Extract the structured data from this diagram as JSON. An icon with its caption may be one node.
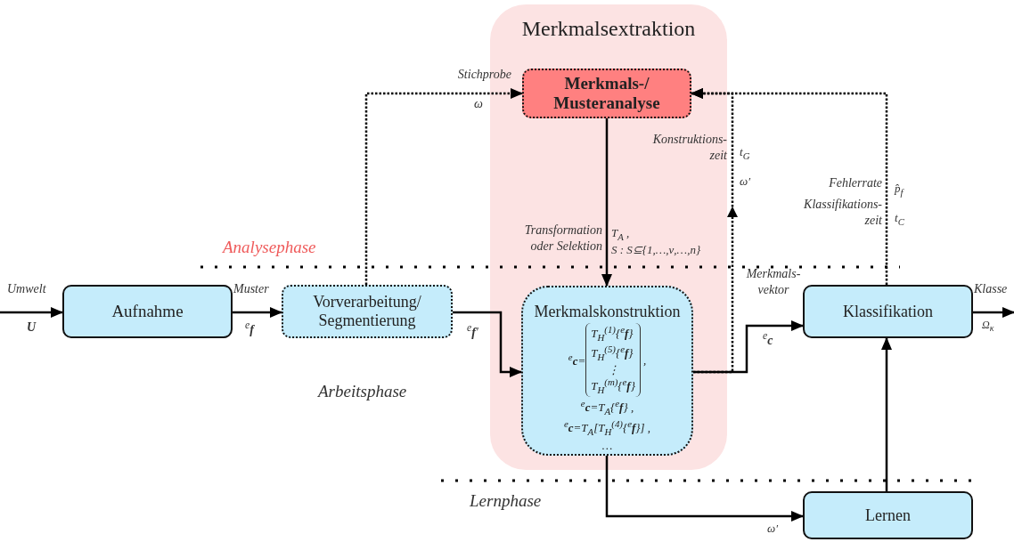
{
  "diagram": {
    "nodes": [
      {
        "text": [
          "Merkmalsextraktion"
        ]
      },
      {
        "text": [
          "Merkmals-/ Musteranalyse"
        ],
        "in": 0
      },
      {
        "text": [
          "Merkmalskonstruktion",
          "$^{e}$**c**=",
          "T$_{H}$$^{(1)}${$^{e}$**f**}",
          "T$_{H}$$^{(5)}${$^{e}$**f**}",
          "⋮",
          "T$_{H}$$^{(m)}${$^{e}$**f**}",
          ",",
          "$^{e}$**c**=T$_{A}${$^{e}$**f**} ,",
          "$^{e}$**c**=T$_{A}$[T$_{H}$$^{(4)}${$^{e}$**f**}] ,",
          "…"
        ],
        "in": 0
      },
      {
        "text": [
          "Aufnahme"
        ]
      },
      {
        "text": [
          "Vorverarbeitung/ Segmentierung"
        ]
      },
      {
        "text": [
          "Klassifikation"
        ]
      },
      {
        "text": [
          "Lernen"
        ]
      }
    ],
    "edges": [
      {
        "from": null,
        "to": 3,
        "arrow": "to",
        "label": "Umwelt"
      },
      {
        "from": 3,
        "to": 4,
        "arrow": "to",
        "label": "Muster"
      },
      {
        "from": 4,
        "to": 1,
        "arrow": "to",
        "label": "Stichprobe",
        "style": "dashed"
      },
      {
        "from": 4,
        "to": 2,
        "arrow": "to"
      },
      {
        "from": 1,
        "to": 2,
        "arrow": "to",
        "label": "Transformation oder Selektion"
      },
      {
        "from": 2,
        "to": 1,
        "arrow": "to",
        "label": "Konstruktions- zeit",
        "style": "dashed"
      },
      {
        "from": 2,
        "to": 5,
        "arrow": "to",
        "label": "Merkmals- vektor"
      },
      {
        "from": 5,
        "to": 1,
        "arrow": "to",
        "label": "Fehlerrate",
        "style": "dashed"
      },
      {
        "from": 5,
        "to": null,
        "arrow": "to",
        "label": "Klasse"
      },
      {
        "from": 2,
        "to": 6,
        "arrow": "to"
      },
      {
        "from": 6,
        "to": 5,
        "arrow": "to"
      }
    ],
    "labels": [
      "ω",
      "t$_{G}$",
      "ω′",
      "p̂$_{f}$",
      "Klassifikations- zeit",
      "t$_{C}$",
      "T$_{A}$ ,",
      "S : S⊆{1,…,ν,…,n}",
      "Analysephase",
      "U",
      "$^{e}$**f**",
      "$^{e}$**f**′",
      "$^{e}$**c**",
      "Ω$_{κ}$",
      "Arbeitsphase",
      "Lernphase",
      "ω′"
    ]
  }
}
